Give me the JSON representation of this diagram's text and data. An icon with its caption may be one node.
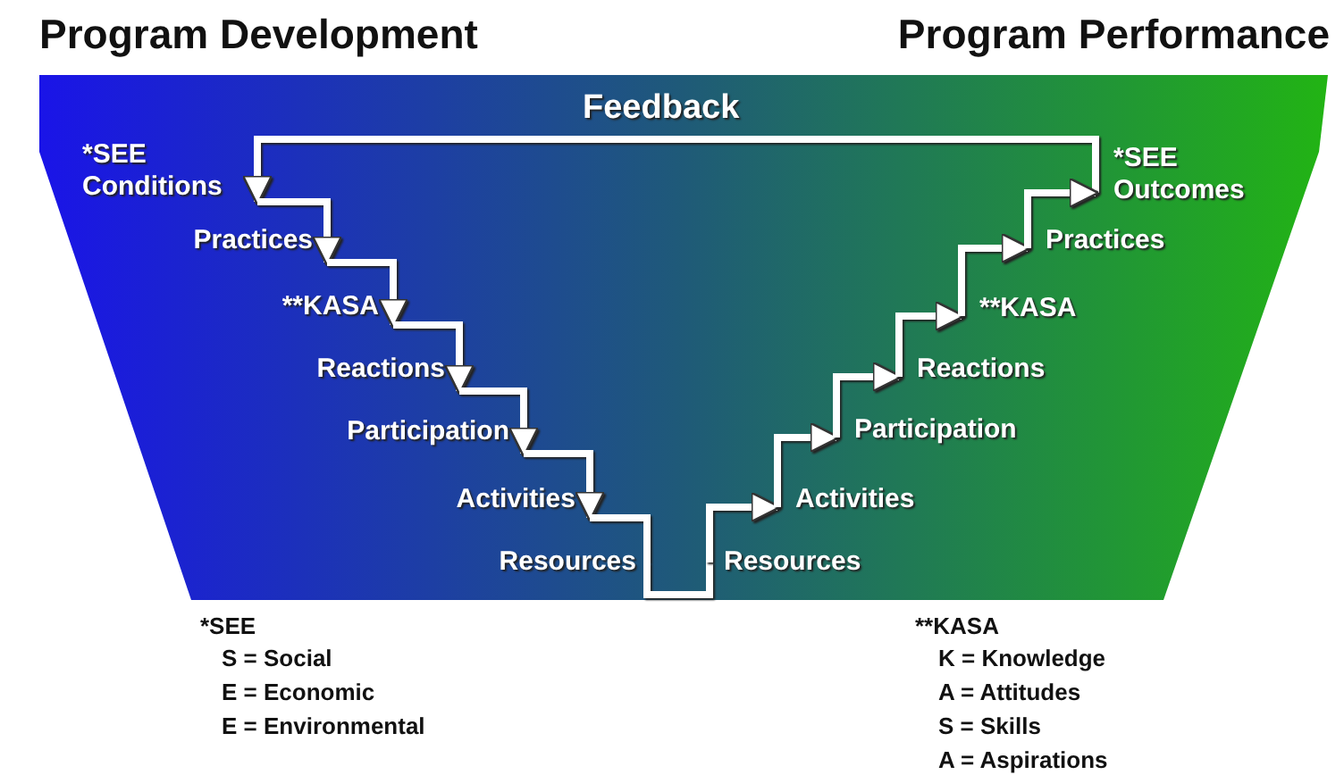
{
  "diagram": {
    "nodes": [
      {
        "text": [
          "*SEE Conditions"
        ]
      },
      {
        "text": [
          "Practices"
        ]
      },
      {
        "text": [
          "**KASA"
        ]
      },
      {
        "text": [
          "Reactions"
        ]
      },
      {
        "text": [
          "Participation"
        ]
      },
      {
        "text": [
          "Activities"
        ]
      },
      {
        "text": [
          "Resources"
        ]
      },
      {
        "text": [
          "Resources"
        ]
      },
      {
        "text": [
          "Activities"
        ]
      },
      {
        "text": [
          "Participation"
        ]
      },
      {
        "text": [
          "Reactions"
        ]
      },
      {
        "text": [
          "**KASA"
        ]
      },
      {
        "text": [
          "Practices"
        ]
      },
      {
        "text": [
          "*SEE Outcomes"
        ]
      }
    ],
    "edges": [
      {
        "from": 13,
        "to": 0,
        "arrow": "to",
        "label": "Feedback"
      },
      {
        "from": 0,
        "to": 1,
        "arrow": "to"
      },
      {
        "from": 1,
        "to": 2,
        "arrow": "to"
      },
      {
        "from": 2,
        "to": 3,
        "arrow": "to"
      },
      {
        "from": 3,
        "to": 4,
        "arrow": "to"
      },
      {
        "from": 4,
        "to": 5,
        "arrow": "to"
      },
      {
        "from": 5,
        "to": 6,
        "arrow": "none"
      },
      {
        "from": 6,
        "to": 7,
        "arrow": "none"
      },
      {
        "from": 7,
        "to": 8,
        "arrow": "to"
      },
      {
        "from": 8,
        "to": 9,
        "arrow": "to"
      },
      {
        "from": 9,
        "to": 10,
        "arrow": "to"
      },
      {
        "from": 10,
        "to": 11,
        "arrow": "to"
      },
      {
        "from": 11,
        "to": 12,
        "arrow": "to"
      },
      {
        "from": 12,
        "to": 13,
        "arrow": "to"
      }
    ],
    "labels": [
      "Program Development",
      "Program Performance",
      "*SEE",
      "S = Social",
      "E = Economic",
      "E = Environmental",
      "**KASA",
      "K = Knowledge",
      "A = Attitudes",
      "S = Skills",
      "A = Aspirations"
    ]
  }
}
